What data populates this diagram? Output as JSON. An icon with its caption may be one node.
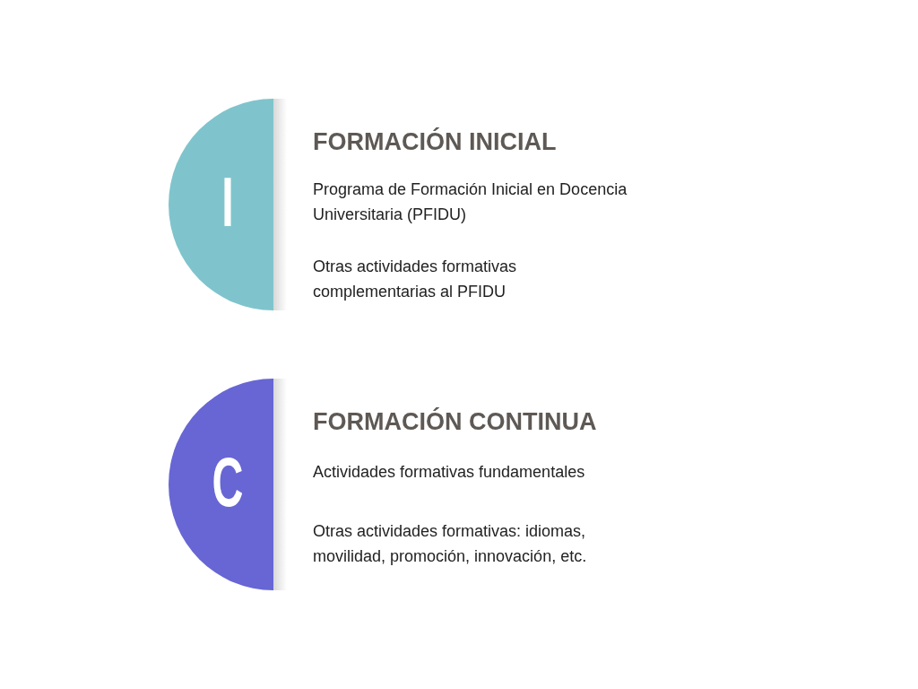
{
  "diagram": {
    "nodes": [
      {
        "text": [
          "I"
        ],
        "beside": [
          "FORMACIÓN INICIAL",
          "Programa de Formación Inicial en Docencia Universitaria (PFIDU)",
          "Otras actividades formativas complementarias al PFIDU"
        ]
      },
      {
        "text": [
          "C"
        ],
        "beside": [
          "FORMACIÓN CONTINUA",
          "Actividades formativas fundamentales",
          "Otras actividades formativas: idiomas, movilidad, promoción, innovación, etc."
        ]
      }
    ],
    "edges": []
  }
}
